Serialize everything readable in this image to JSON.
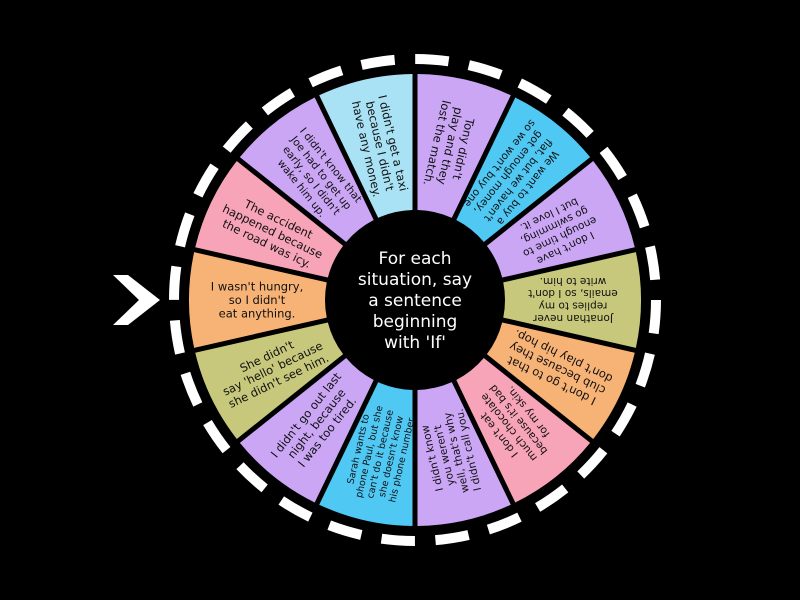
{
  "center_text": [
    "For each",
    "situation, say",
    "a sentence",
    "beginning",
    "with 'If'"
  ],
  "colors": {
    "background": "#000000",
    "rim": "#ffffff",
    "hub": "#000000",
    "pointer": "#ffffff",
    "segment_text": "#111111",
    "center_text": "#ffffff"
  },
  "pointer_icon": "chevron-right-icon",
  "segments": [
    {
      "color": "#c7c87c",
      "lines": [
        "Jonathan never",
        "replies to my",
        "emails, so I don't",
        "write to him."
      ]
    },
    {
      "color": "#f7b276",
      "lines": [
        "I don't go to that",
        "club because they",
        "don't play hip hop."
      ]
    },
    {
      "color": "#f7a3b8",
      "lines": [
        "I don't eat",
        "much chocolate",
        "because it's bad",
        "for my skin."
      ]
    },
    {
      "color": "#caa6f5",
      "lines": [
        "I didn't know",
        "you weren't",
        "well, that's why",
        "I didn't call you."
      ]
    },
    {
      "color": "#4fc8f4",
      "lines": [
        "Sarah wants to",
        "phone Paul, but she",
        "can't do it because",
        "she doesn't know",
        "his phone number."
      ]
    },
    {
      "color": "#caa6f5",
      "lines": [
        "I didn't go out last",
        "night, because",
        "I was too tired."
      ]
    },
    {
      "color": "#c7c87c",
      "lines": [
        "She didn't",
        "say 'hello' because",
        "she didn't see him."
      ]
    },
    {
      "color": "#f7b276",
      "lines": [
        "I wasn't hungry,",
        "so I didn't",
        "eat anything."
      ]
    },
    {
      "color": "#f7a3b8",
      "lines": [
        "The accident",
        "happened because",
        "the road was icy."
      ]
    },
    {
      "color": "#caa6f5",
      "lines": [
        "I didn't know that",
        "Joe had to get up",
        "early, so I didn't",
        "wake him up."
      ]
    },
    {
      "color": "#a9e2f5",
      "lines": [
        "I didn't get a taxi",
        "because I didn't",
        "have any money."
      ]
    },
    {
      "color": "#caa6f5",
      "lines": [
        "Tony didn't",
        "play and they",
        "lost the match."
      ]
    },
    {
      "color": "#4fc8f4",
      "lines": [
        "We want to buy a",
        "flat, but we haven't",
        "got enough money,",
        "so we won't buy one."
      ]
    },
    {
      "color": "#caa6f5",
      "lines": [
        "I don't have",
        "enough time to",
        "go swimming,",
        "but I love it."
      ]
    }
  ]
}
